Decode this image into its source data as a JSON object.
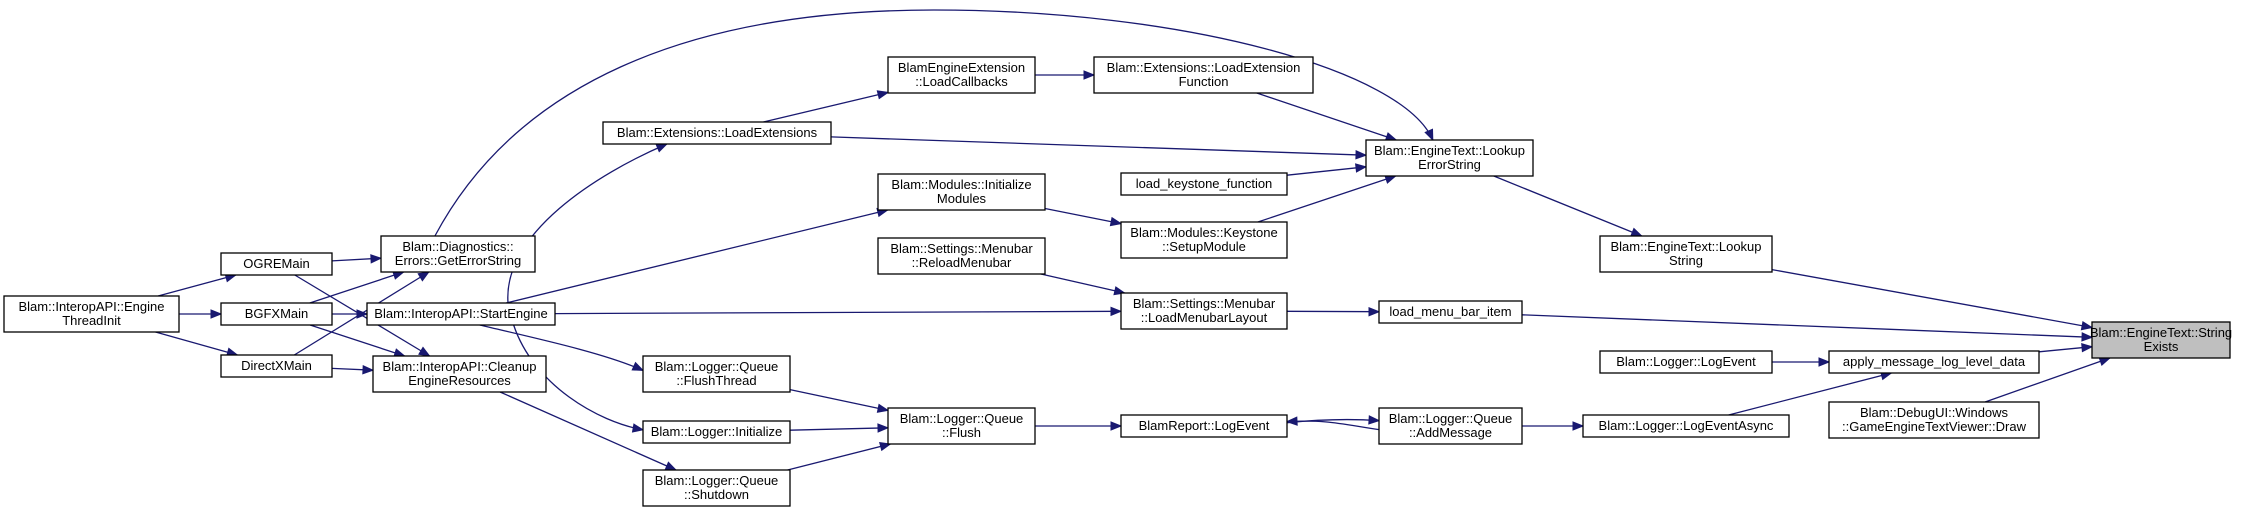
{
  "colors": {
    "edge": "#191970",
    "node_border": "#000000",
    "highlight_fill": "#bfbfbf",
    "background": "#ffffff"
  },
  "nodes": [
    {
      "id": "n1",
      "lines": [
        "Blam::EngineText::String",
        "Exists"
      ],
      "highlight": true,
      "link": false
    },
    {
      "id": "n2",
      "lines": [
        "Blam::EngineText::Lookup",
        "String"
      ]
    },
    {
      "id": "n3",
      "lines": [
        "load_menu_bar_item"
      ]
    },
    {
      "id": "n4",
      "lines": [
        "apply_message_log_level_data"
      ]
    },
    {
      "id": "n5",
      "lines": [
        "Blam::DebugUI::Windows",
        "::GameEngineTextViewer::Draw"
      ]
    },
    {
      "id": "n6",
      "lines": [
        "Blam::EngineText::Lookup",
        "ErrorString"
      ]
    },
    {
      "id": "n7",
      "lines": [
        "Blam::Settings::Menubar",
        "::LoadMenubarLayout"
      ]
    },
    {
      "id": "n8",
      "lines": [
        "Blam::Logger::LogEvent"
      ]
    },
    {
      "id": "n9",
      "lines": [
        "Blam::Logger::LogEventAsync"
      ]
    },
    {
      "id": "n10",
      "lines": [
        "Blam::Logger::Queue",
        "::AddMessage"
      ]
    },
    {
      "id": "n11",
      "lines": [
        "BlamReport::LogEvent"
      ]
    },
    {
      "id": "n12",
      "lines": [
        "Blam::Logger::Queue",
        "::Flush"
      ]
    },
    {
      "id": "n13",
      "lines": [
        "Blam::Logger::Queue",
        "::FlushThread"
      ]
    },
    {
      "id": "n14",
      "lines": [
        "Blam::Logger::Initialize"
      ]
    },
    {
      "id": "n15",
      "lines": [
        "Blam::Logger::Queue",
        "::Shutdown"
      ]
    },
    {
      "id": "n16",
      "lines": [
        "Blam::Extensions::LoadExtension",
        "Function"
      ]
    },
    {
      "id": "n17",
      "lines": [
        "BlamEngineExtension",
        "::LoadCallbacks"
      ]
    },
    {
      "id": "n18",
      "lines": [
        "Blam::Extensions::LoadExtensions"
      ]
    },
    {
      "id": "n19",
      "lines": [
        "load_keystone_function"
      ]
    },
    {
      "id": "n20",
      "lines": [
        "Blam::Modules::Keystone",
        "::SetupModule"
      ]
    },
    {
      "id": "n21",
      "lines": [
        "Blam::Modules::Initialize",
        "Modules"
      ]
    },
    {
      "id": "n22",
      "lines": [
        "Blam::Settings::Menubar",
        "::ReloadMenubar"
      ]
    },
    {
      "id": "n23",
      "lines": [
        "Blam::InteropAPI::StartEngine"
      ]
    },
    {
      "id": "n24",
      "lines": [
        "Blam::Diagnostics::",
        "Errors::GetErrorString"
      ]
    },
    {
      "id": "n25",
      "lines": [
        "Blam::InteropAPI::Cleanup",
        "EngineResources"
      ]
    },
    {
      "id": "n26",
      "lines": [
        "OGREMain"
      ]
    },
    {
      "id": "n27",
      "lines": [
        "BGFXMain"
      ]
    },
    {
      "id": "n28",
      "lines": [
        "DirectXMain"
      ]
    },
    {
      "id": "n29",
      "lines": [
        "Blam::InteropAPI::Engine",
        "ThreadInit"
      ]
    }
  ],
  "edges": [
    {
      "from": "n2",
      "to": "n1"
    },
    {
      "from": "n3",
      "to": "n1"
    },
    {
      "from": "n4",
      "to": "n1"
    },
    {
      "from": "n5",
      "to": "n1"
    },
    {
      "from": "n6",
      "to": "n2"
    },
    {
      "from": "n7",
      "to": "n3"
    },
    {
      "from": "n8",
      "to": "n4"
    },
    {
      "from": "n9",
      "to": "n4"
    },
    {
      "from": "n10",
      "to": "n9"
    },
    {
      "from": "n11",
      "to": "n10"
    },
    {
      "from": "n10",
      "to": "n11"
    },
    {
      "from": "n12",
      "to": "n11"
    },
    {
      "from": "n13",
      "to": "n12"
    },
    {
      "from": "n14",
      "to": "n12"
    },
    {
      "from": "n15",
      "to": "n12"
    },
    {
      "from": "n16",
      "to": "n6"
    },
    {
      "from": "n18",
      "to": "n6"
    },
    {
      "from": "n19",
      "to": "n6"
    },
    {
      "from": "n20",
      "to": "n6"
    },
    {
      "from": "n24",
      "to": "n6"
    },
    {
      "from": "n17",
      "to": "n16"
    },
    {
      "from": "n18",
      "to": "n17"
    },
    {
      "from": "n23",
      "to": "n18"
    },
    {
      "from": "n21",
      "to": "n20"
    },
    {
      "from": "n23",
      "to": "n21"
    },
    {
      "from": "n22",
      "to": "n7"
    },
    {
      "from": "n23",
      "to": "n7"
    },
    {
      "from": "n23",
      "to": "n13"
    },
    {
      "from": "n23",
      "to": "n14"
    },
    {
      "from": "n25",
      "to": "n15"
    },
    {
      "from": "n26",
      "to": "n24"
    },
    {
      "from": "n27",
      "to": "n24"
    },
    {
      "from": "n28",
      "to": "n24"
    },
    {
      "from": "n26",
      "to": "n25"
    },
    {
      "from": "n27",
      "to": "n25"
    },
    {
      "from": "n28",
      "to": "n25"
    },
    {
      "from": "n29",
      "to": "n26"
    },
    {
      "from": "n29",
      "to": "n27"
    },
    {
      "from": "n29",
      "to": "n28"
    },
    {
      "from": "n27",
      "to": "n23"
    }
  ]
}
